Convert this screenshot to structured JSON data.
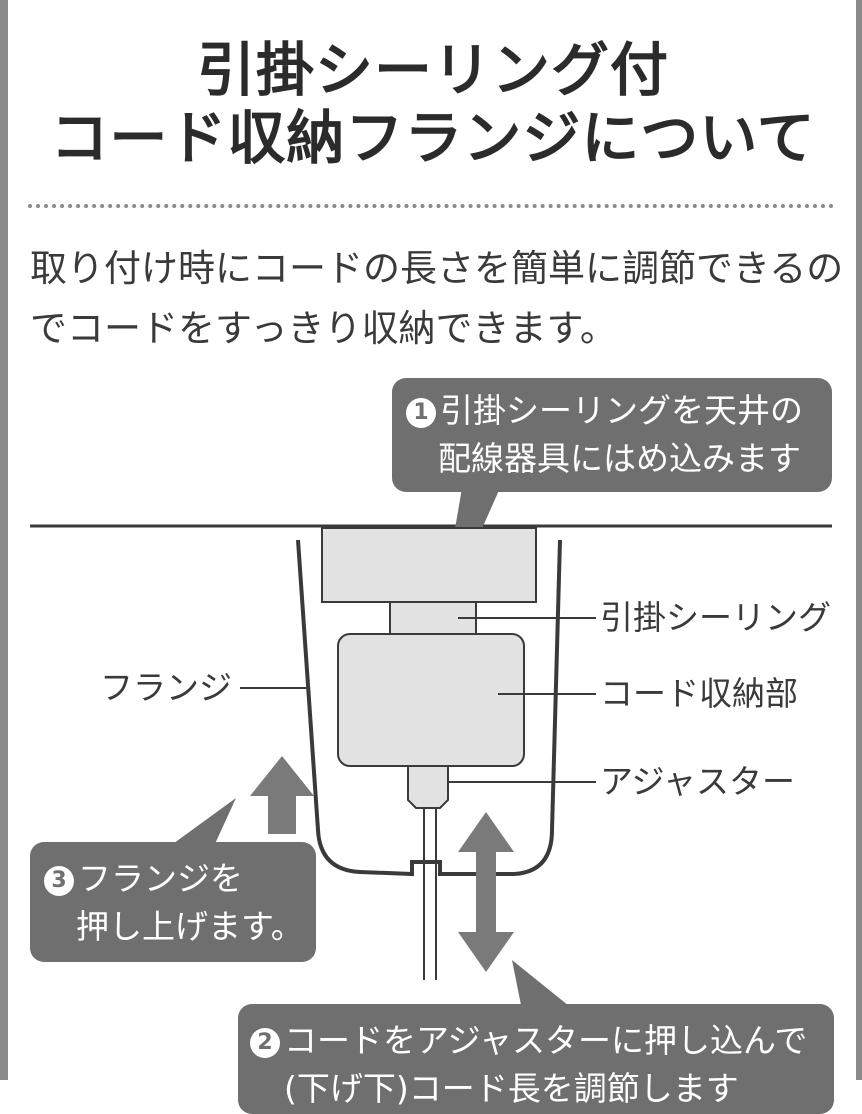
{
  "title": {
    "line1": "引掛シーリング付",
    "line2": "コード収納フランジについて"
  },
  "description": {
    "line1": "取り付け時にコードの長さを簡単に調節できるの",
    "line2": "でコードをすっきり収納できます。"
  },
  "callouts": {
    "step1": {
      "number": "1",
      "line1": "引掛シーリングを天井の",
      "line2": "配線器具にはめ込みます"
    },
    "step2": {
      "number": "2",
      "line1": "コードをアジャスターに押し込んで",
      "line2": "(下げ下)コード長を調節します"
    },
    "step3": {
      "number": "3",
      "line1": "フランジを",
      "line2": "押し上げます。"
    }
  },
  "labels": {
    "ceiling_rosette": "引掛シーリング",
    "cord_storage": "コード収納部",
    "adjuster": "アジャスター",
    "flange": "フランジ"
  },
  "colors": {
    "callout_bg": "#6f6f6f",
    "part_fill": "#e2e2e2",
    "line": "#3a3a3a",
    "arrow": "#7a7a7a"
  }
}
